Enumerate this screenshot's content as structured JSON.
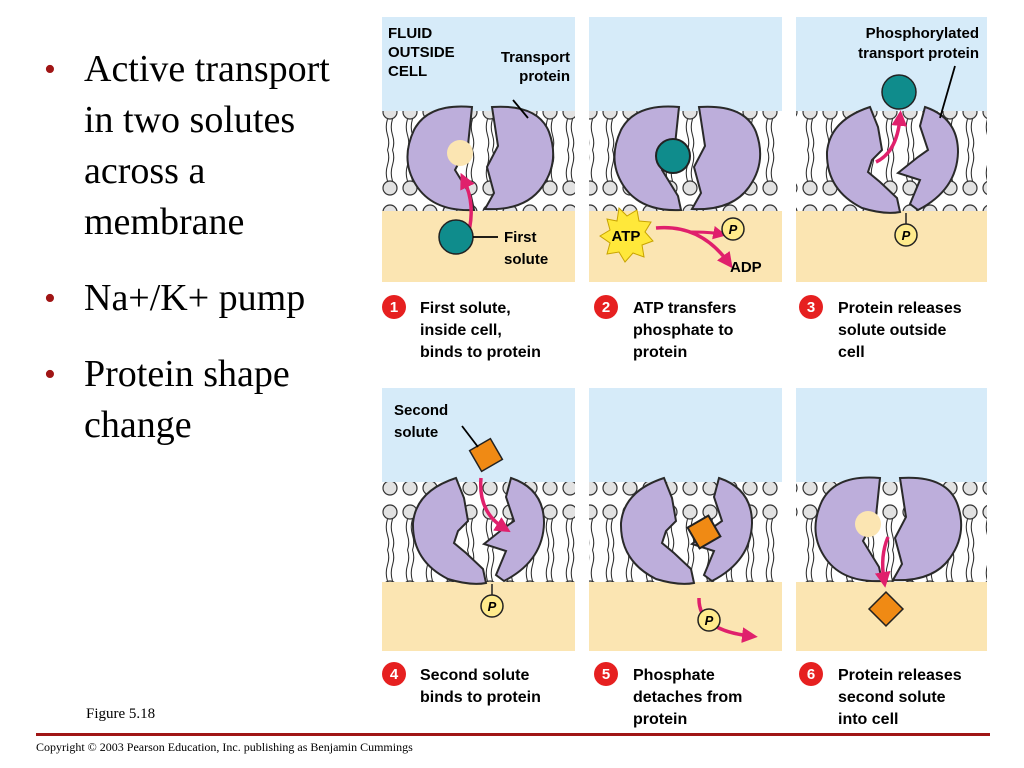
{
  "bullets": [
    "Active transport in two solutes across a membrane",
    "Na+/K+ pump",
    "Protein shape change"
  ],
  "figure_label": "Figure 5.18",
  "copyright": "Copyright © 2003 Pearson Education, Inc. publishing as Benjamin Cummings",
  "labels": {
    "fluid_outside_1": "FLUID",
    "fluid_outside_2": "OUTSIDE",
    "fluid_outside_3": "CELL",
    "transport_protein_1": "Transport",
    "transport_protein_2": "protein",
    "first_solute_1": "First",
    "first_solute_2": "solute",
    "phosphorylated_1": "Phosphorylated",
    "phosphorylated_2": "transport protein",
    "atp": "ATP",
    "adp": "ADP",
    "phosphate": "P",
    "second_solute_1": "Second",
    "second_solute_2": "solute"
  },
  "steps": [
    {
      "number": "1",
      "caption": [
        "First solute,",
        "inside cell,",
        "binds to protein"
      ]
    },
    {
      "number": "2",
      "caption": [
        "ATP transfers",
        "phosphate to",
        "protein"
      ]
    },
    {
      "number": "3",
      "caption": [
        "Protein releases",
        "solute outside",
        "cell"
      ]
    },
    {
      "number": "4",
      "caption": [
        "Second solute",
        "binds to protein"
      ]
    },
    {
      "number": "5",
      "caption": [
        "Phosphate",
        "detaches from",
        "protein"
      ]
    },
    {
      "number": "6",
      "caption": [
        "Protein releases",
        "second solute",
        "into cell"
      ]
    }
  ],
  "colors": {
    "outside_fluid": "#d6ebf9",
    "cytoplasm": "#fbe5b2",
    "protein": "#bdaedb",
    "protein_outline": "#2a2a2a",
    "first_solute": "#0f8c8c",
    "second_solute": "#f08a14",
    "arrow": "#e0206c",
    "step_badge": "#e62020",
    "atp_burst": "#ffe83a",
    "bullet": "#a01515"
  }
}
